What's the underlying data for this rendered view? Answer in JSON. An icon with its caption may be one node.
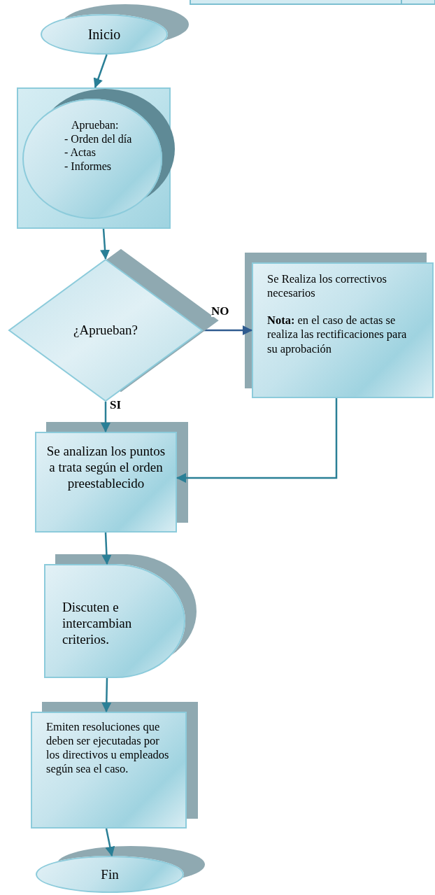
{
  "diagram": {
    "nodes": [
      {
        "text": [
          "Inicio"
        ]
      },
      {
        "text": [],
        "shape": "box"
      },
      {
        "text": [
          "Aprueban:",
          "- Orden del día",
          "- Actas",
          "- Informes"
        ],
        "in": 1
      },
      {
        "text": [
          "¿Aprueban?"
        ]
      },
      {
        "text": [
          "Se Realiza los correctivos necesarios",
          "**Nota:** en el caso de actas se realiza las rectificaciones para su aprobación"
        ]
      },
      {
        "text": [
          "Se analizan los puntos a trata según el orden preestablecido"
        ]
      },
      {
        "text": [
          "Discuten e intercambian criterios."
        ]
      },
      {
        "text": [
          "Emiten resoluciones que deben ser ejecutadas por los directivos u empleados según sea el caso."
        ]
      },
      {
        "text": [
          "Fin"
        ]
      }
    ],
    "edges": [
      {
        "from": 0,
        "to": 1,
        "arrow": "to"
      },
      {
        "from": 1,
        "to": 3,
        "arrow": "to"
      },
      {
        "from": 3,
        "to": 4,
        "arrow": "to",
        "label": "NO",
        "color": "#2f5b8f"
      },
      {
        "from": 3,
        "to": 5,
        "arrow": "to",
        "label": "SI"
      },
      {
        "from": 4,
        "to": 5,
        "arrow": "to"
      },
      {
        "from": 5,
        "to": 6,
        "arrow": "to"
      },
      {
        "from": 6,
        "to": 7,
        "arrow": "to"
      },
      {
        "from": 7,
        "to": 8,
        "arrow": "to"
      }
    ]
  }
}
